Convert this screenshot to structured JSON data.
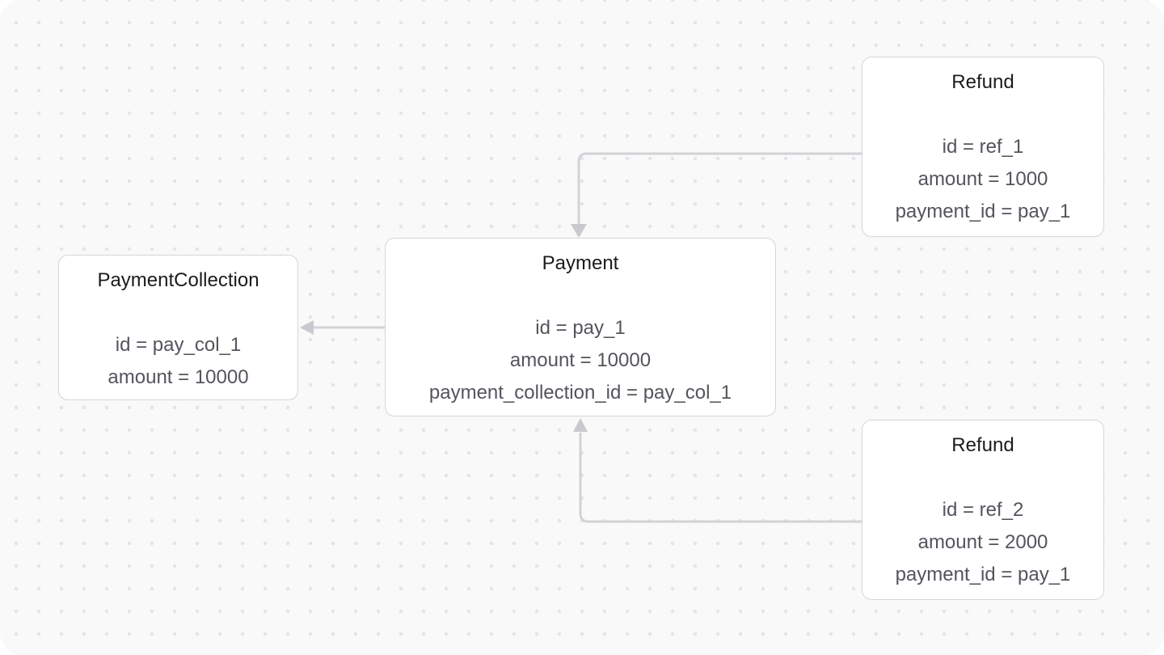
{
  "diagram": {
    "nodes": {
      "payment_collection": {
        "title": "PaymentCollection",
        "attributes": [
          "id = pay_col_1",
          "amount = 10000"
        ]
      },
      "payment": {
        "title": "Payment",
        "attributes": [
          "id = pay_1",
          "amount = 10000",
          "payment_collection_id = pay_col_1"
        ]
      },
      "refund_1": {
        "title": "Refund",
        "attributes": [
          "id = ref_1",
          "amount = 1000",
          "payment_id = pay_1"
        ]
      },
      "refund_2": {
        "title": "Refund",
        "attributes": [
          "id = ref_2",
          "amount = 2000",
          "payment_id = pay_1"
        ]
      }
    },
    "edges": [
      {
        "from": "refund_1",
        "to": "payment"
      },
      {
        "from": "payment",
        "to": "payment_collection"
      },
      {
        "from": "refund_2",
        "to": "payment"
      }
    ],
    "colors": {
      "canvas_background": "#f9f9fa",
      "dot": "#e4e4e7",
      "node_background": "#ffffff",
      "node_border": "#d6d6db",
      "edge": "#d2d2d7",
      "arrowhead": "#c9c9cf",
      "title_text": "#1b1b1f",
      "attribute_text": "#54545d"
    }
  }
}
